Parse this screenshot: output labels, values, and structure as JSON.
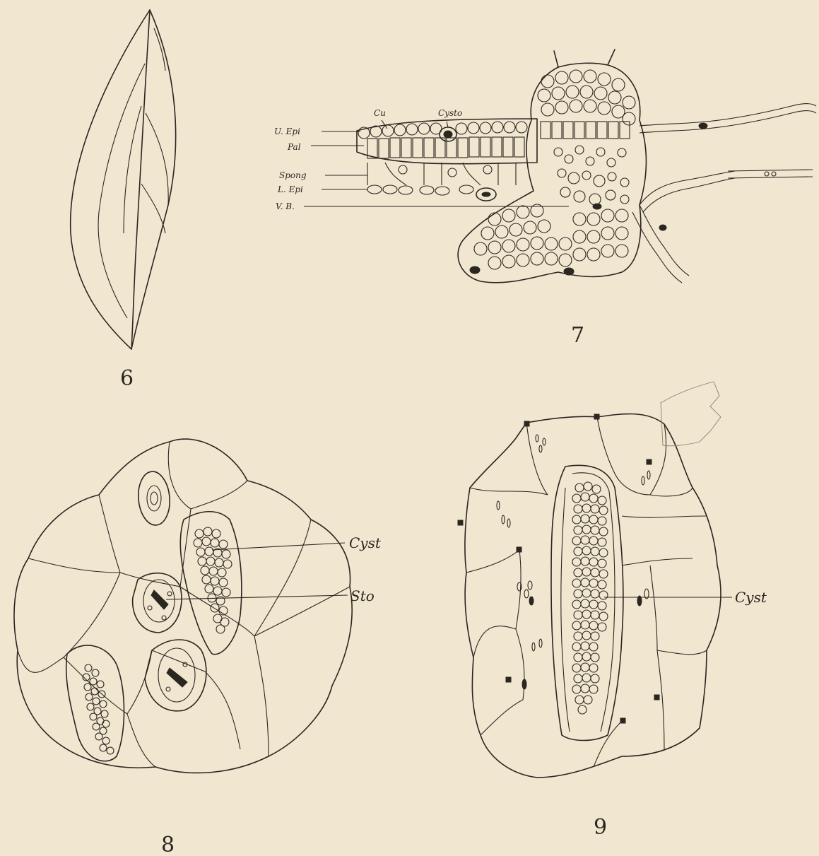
{
  "figures": [
    {
      "number": "6"
    },
    {
      "number": "7",
      "labels": {
        "cuticle": "Cu",
        "cystolith": "Cysto",
        "upper_epidermis": "U. Epi",
        "palisade": "Pal",
        "spongy": "Spong",
        "lower_epidermis": "L. Epi",
        "vascular_bundle": "V. B."
      }
    },
    {
      "number": "8",
      "labels": {
        "cystolith": "Cyst",
        "stoma": "Sto"
      }
    },
    {
      "number": "9",
      "labels": {
        "cystolith": "Cyst"
      }
    }
  ],
  "colors": {
    "paper": "#f1e6d0",
    "ink": "#2a2620"
  }
}
